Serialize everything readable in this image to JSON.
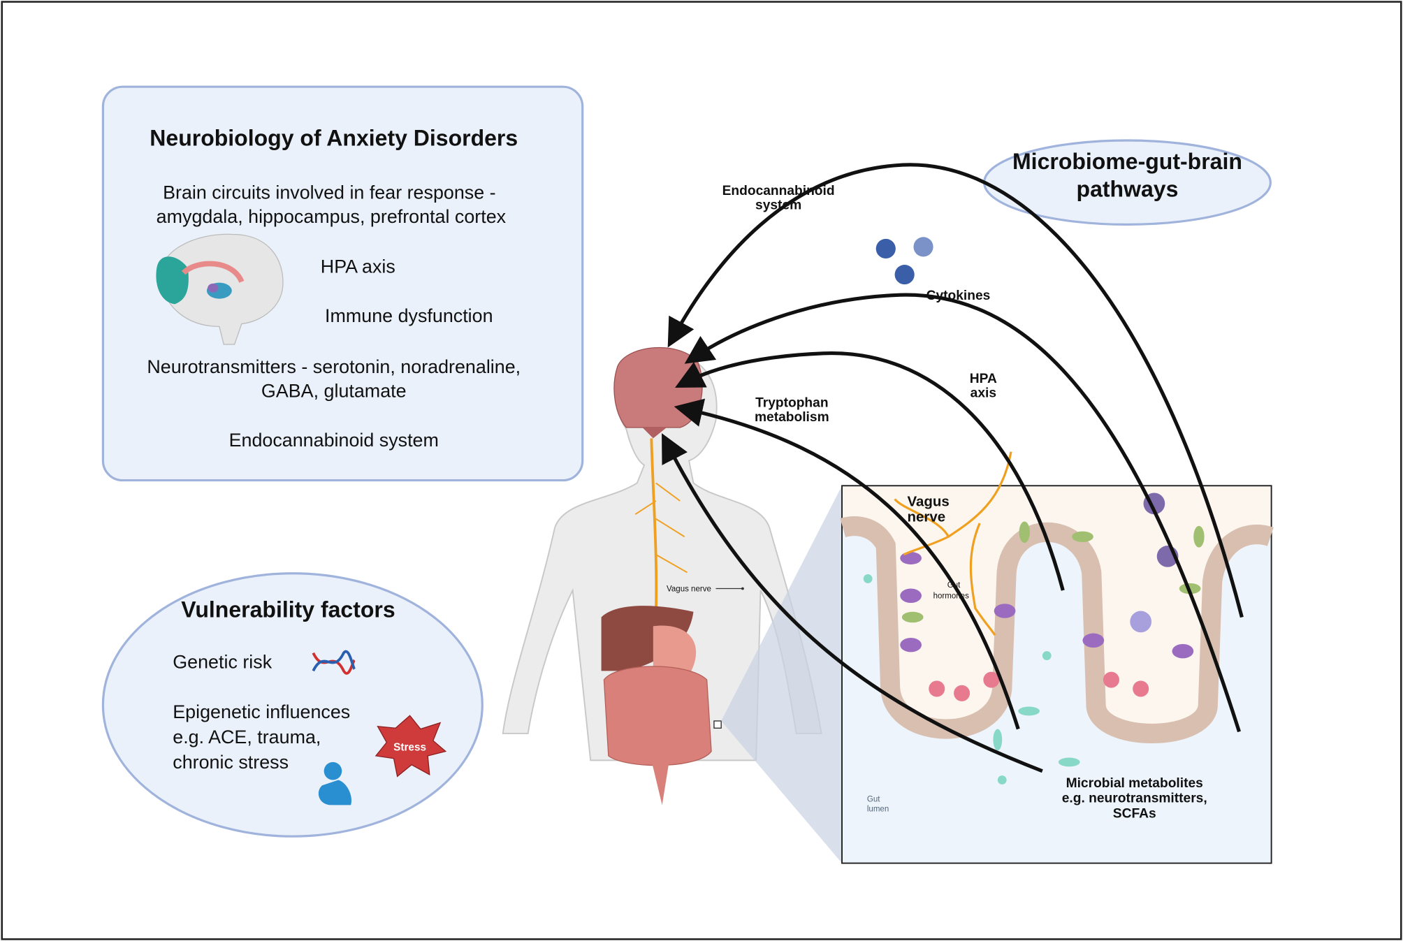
{
  "neurobiology": {
    "title": "Neurobiology of Anxiety Disorders",
    "line1a": "Brain circuits involved in fear response -",
    "line1b": "amygdala, hippocampus, prefrontal cortex",
    "hpa": "HPA axis",
    "immune": "Immune dysfunction",
    "nt_a": "Neurotransmitters - serotonin, noradrenaline,",
    "nt_b": "GABA, glutamate",
    "ecs": "Endocannabinoid system"
  },
  "vulnerability": {
    "title": "Vulnerability factors",
    "genetic": "Genetic risk",
    "epi_a": "Epigenetic influences",
    "epi_b": "e.g. ACE, trauma,",
    "epi_c": "chronic stress",
    "stress_badge": "Stress"
  },
  "pathways": {
    "title_a": "Microbiome-gut-brain",
    "title_b": "pathways",
    "ecs_a": "Endocannabinoid",
    "ecs_b": "system",
    "cytokines": "Cytokines",
    "hpa_a": "HPA",
    "hpa_b": "axis",
    "trp_a": "Tryptophan",
    "trp_b": "metabolism",
    "vagus_a": "Vagus",
    "vagus_b": "nerve",
    "gut_hormones_a": "Gut",
    "gut_hormones_b": "hormones",
    "microbial_a": "Microbial metabolites",
    "microbial_b": "e.g. neurotransmitters,",
    "microbial_c": "SCFAs",
    "gut_lumen_a": "Gut",
    "gut_lumen_b": "lumen",
    "body_vagus": "Vagus nerve"
  },
  "colors": {
    "box_fill": "#eaf1fa",
    "box_stroke": "#9fb3dc",
    "nerve": "#f0a020",
    "brain": "#c97a7a",
    "lumen": "#edf4fc",
    "mucosa": "#fdf6ee"
  }
}
